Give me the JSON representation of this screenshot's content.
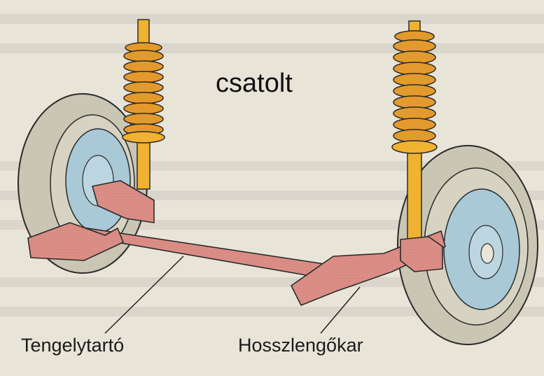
{
  "figure": {
    "title": "csatolt",
    "labels": {
      "beam": "Tengelytartó",
      "trailing_arm": "Hosszlengőkar"
    }
  },
  "colors": {
    "background": "#e9e4d8",
    "tire": "#c9c6b4",
    "drum": "#a9c9d7",
    "spring": "#e39a2c",
    "strut": "#f0b230",
    "beam": "#dc8e86",
    "outline": "#2a2a2a"
  }
}
